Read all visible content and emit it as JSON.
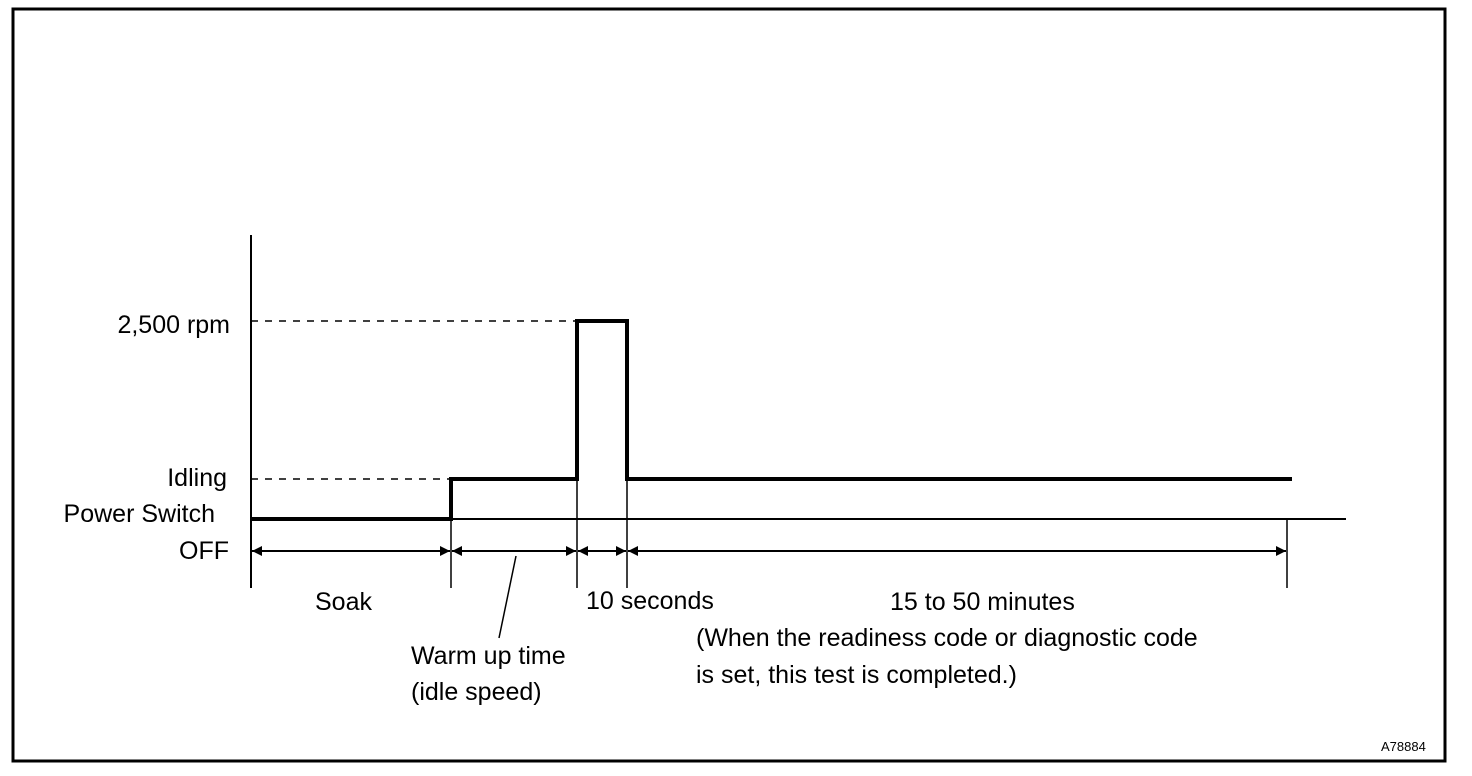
{
  "levels": {
    "high": "2,500 rpm",
    "idle": "Idling",
    "power_switch": "Power Switch",
    "off": "OFF"
  },
  "phases": {
    "soak": "Soak",
    "warm_up_line1": "Warm up time",
    "warm_up_line2": "(idle speed)",
    "high_duration": "10 seconds",
    "final_duration": "15 to 50 minutes"
  },
  "note": {
    "line1": "(When the readiness code or diagnostic code",
    "line2": "is set, this test is completed.)"
  },
  "figure_code": "A78884"
}
